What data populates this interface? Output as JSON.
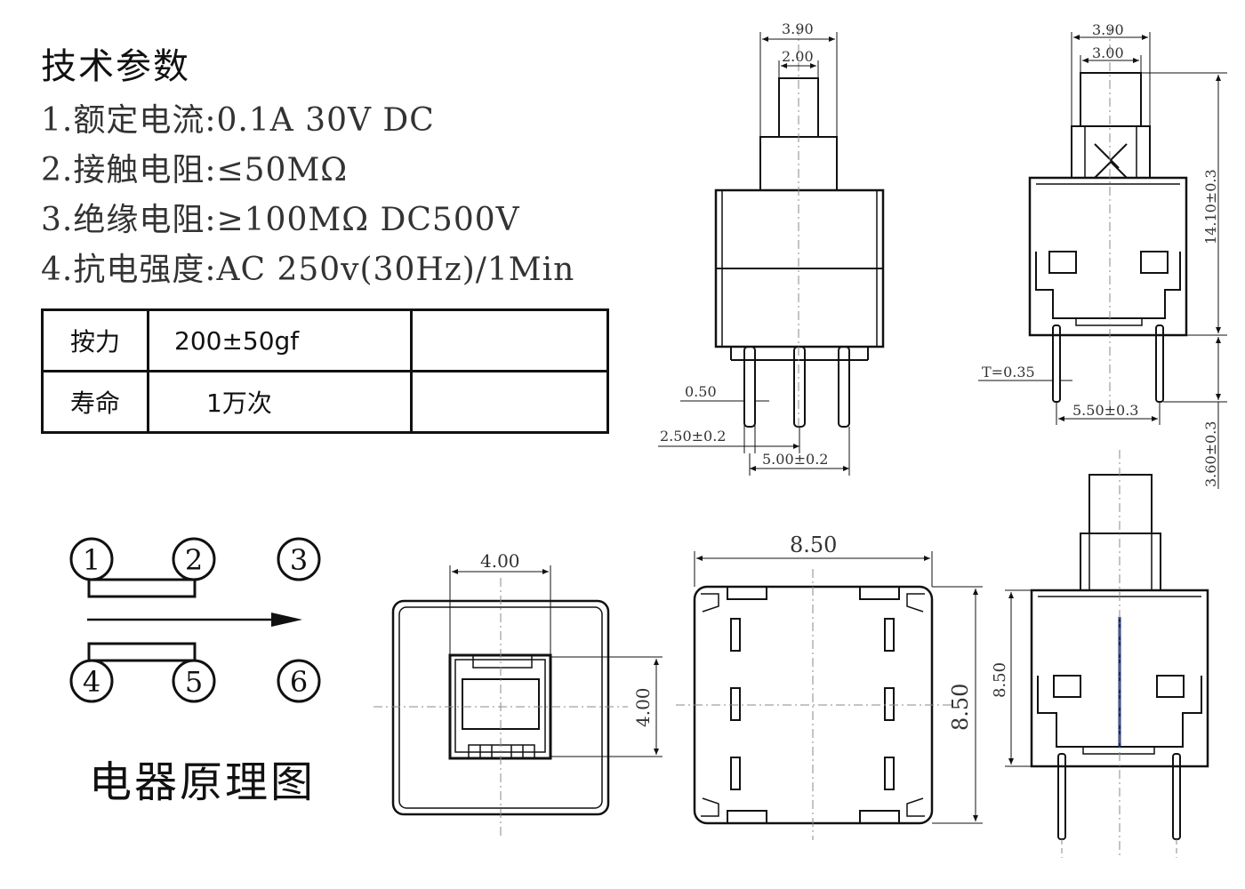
{
  "specs": {
    "title": "技术参数",
    "lines": [
      "1.额定电流:0.1A 30V DC",
      "2.接触电阻:≤50MΩ",
      "3.绝缘电阻:≥100MΩ DC500V",
      "4.抗电强度:AC 250v(30Hz)/1Min"
    ]
  },
  "params_table": {
    "rows": [
      {
        "label": "按力",
        "value": "200±50gf",
        "extra": ""
      },
      {
        "label": "寿命",
        "value": "1万次",
        "extra": ""
      }
    ]
  },
  "circuit": {
    "caption": "电器原理图",
    "terminals": [
      "1",
      "2",
      "3",
      "4",
      "5",
      "6"
    ]
  },
  "dimensions": {
    "front_width": "3.90",
    "front_plunger": "2.00",
    "front_pin_width": "0.50",
    "front_pitch_1": "2.50±0.2",
    "front_pitch_2": "5.00±0.2",
    "side_width": "3.90",
    "side_plunger": "3.00",
    "side_thickness": "T=0.35",
    "side_pin_span": "5.50±0.3",
    "side_height": "14.10±0.3",
    "side_pin_length": "3.60±0.3",
    "top_inner_w": "4.00",
    "top_inner_h": "4.00",
    "bottom_w": "8.50",
    "bottom_h": "8.50",
    "section_h": "8.50"
  }
}
